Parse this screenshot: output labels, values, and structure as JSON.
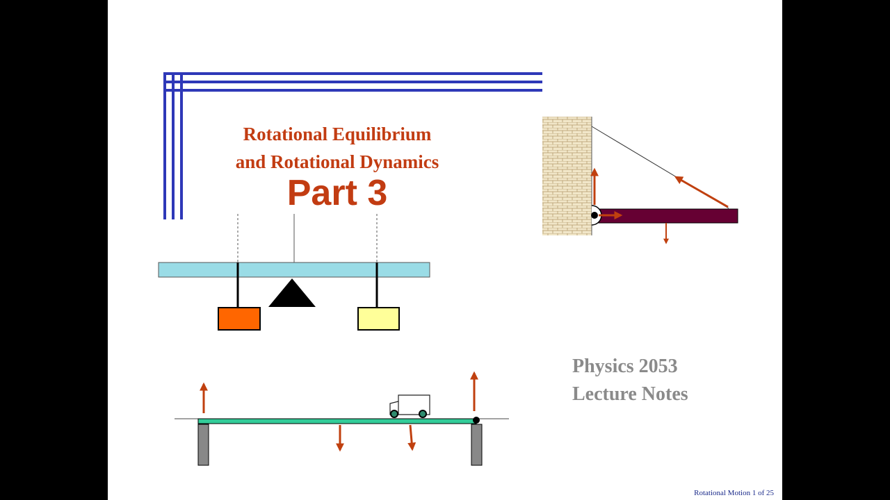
{
  "slide": {
    "title_line1": "Rotational Equilibrium",
    "title_line2": "and Rotational Dynamics",
    "part": "Part 3",
    "course_line1": "Physics 2053",
    "course_line2": "Lecture Notes",
    "footer": "Rotational Motion 1 of 25"
  },
  "colors": {
    "background": "#000000",
    "slide": "#ffffff",
    "title": "#c23c12",
    "frame_lines": "#2e38b8",
    "beam": "#9adce6",
    "weight_left": "#ff6600",
    "weight_right": "#ffff99",
    "strut": "#660033",
    "bridge_deck": "#33cc99",
    "force_arrow": "#c0400f",
    "course_text": "#8a8a8a"
  }
}
